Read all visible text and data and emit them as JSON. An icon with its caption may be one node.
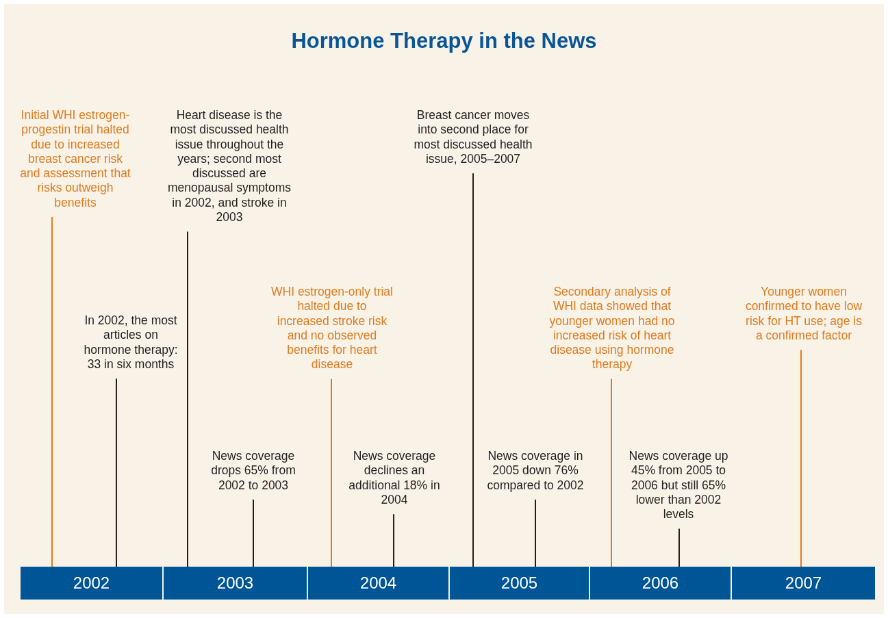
{
  "diagram": {
    "title": "Hormone Therapy in the News",
    "nodes": [
      {
        "text": [
          "Initial WHI estrogen-progestin trial halted due to increased breast cancer risk and assessment that risks outweigh benefits"
        ]
      },
      {
        "text": [
          "In 2002, the most articles on hormone therapy: 33 in six months"
        ]
      },
      {
        "text": [
          "Heart disease is the most discussed health issue throughout the years; second most discussed are menopausal symptoms in 2002, and stroke in 2003"
        ]
      },
      {
        "text": [
          "News coverage drops 65% from 2002 to 2003"
        ]
      },
      {
        "text": [
          "WHI estrogen-only trial halted due to increased stroke risk and no observed benefits for heart disease"
        ]
      },
      {
        "text": [
          "News coverage declines an additional 18% in 2004"
        ]
      },
      {
        "text": [
          "Breast cancer moves into second place for most discussed health issue, 2005–2007"
        ]
      },
      {
        "text": [
          "News coverage in 2005 down 76% compared to 2002"
        ]
      },
      {
        "text": [
          "Secondary analysis of WHI data showed that younger women had no increased risk of heart disease using hormone therapy"
        ]
      },
      {
        "text": [
          "News coverage up 45% from 2005 to 2006 but still 65% lower than 2002 levels"
        ]
      },
      {
        "text": [
          "Younger women confirmed to have low risk for HT use; age is a confirmed factor"
        ]
      },
      {
        "text": [
          "2002"
        ]
      },
      {
        "text": [
          "2003"
        ]
      },
      {
        "text": [
          "2004"
        ]
      },
      {
        "text": [
          "2005"
        ]
      },
      {
        "text": [
          "2006"
        ]
      },
      {
        "text": [
          "2007"
        ]
      }
    ],
    "edges": [
      {
        "from": 0,
        "to": 11,
        "arrow": "none",
        "color": "#e07b1f"
      },
      {
        "from": 1,
        "to": 11,
        "arrow": "none"
      },
      {
        "from": 2,
        "to": 12,
        "arrow": "none"
      },
      {
        "from": 3,
        "to": 12,
        "arrow": "none"
      },
      {
        "from": 4,
        "to": 13,
        "arrow": "none",
        "color": "#e07b1f"
      },
      {
        "from": 5,
        "to": 13,
        "arrow": "none"
      },
      {
        "from": 6,
        "to": 14,
        "arrow": "none"
      },
      {
        "from": 7,
        "to": 14,
        "arrow": "none"
      },
      {
        "from": 8,
        "to": 15,
        "arrow": "none",
        "color": "#e07b1f"
      },
      {
        "from": 9,
        "to": 15,
        "arrow": "none"
      },
      {
        "from": 10,
        "to": 16,
        "arrow": "none",
        "color": "#e07b1f"
      }
    ]
  }
}
